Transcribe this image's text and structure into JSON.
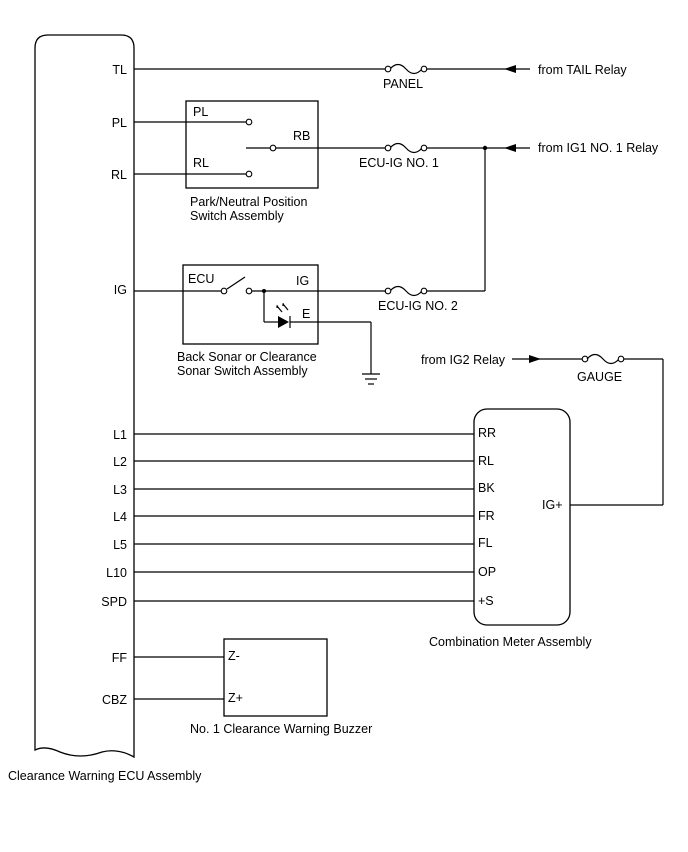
{
  "ecu": {
    "name": "Clearance Warning ECU Assembly",
    "pins": {
      "tl": "TL",
      "pl": "PL",
      "rl": "RL",
      "ig": "IG",
      "l1": "L1",
      "l2": "L2",
      "l3": "L3",
      "l4": "L4",
      "l5": "L5",
      "l10": "L10",
      "spd": "SPD",
      "ff": "FF",
      "cbz": "CBZ"
    }
  },
  "sources": {
    "tail": "from TAIL Relay",
    "ig1": "from IG1 NO. 1 Relay",
    "ig2": "from IG2 Relay"
  },
  "fuses": {
    "panel": "PANEL",
    "ecu_ig1": "ECU-IG NO. 1",
    "ecu_ig2": "ECU-IG NO. 2",
    "gauge": "GAUGE"
  },
  "pnp_switch": {
    "line1": "Park/Neutral Position",
    "line2": "Switch Assembly",
    "pins": {
      "pl": "PL",
      "rl": "RL",
      "rb": "RB"
    }
  },
  "sonar_switch": {
    "line1": "Back Sonar or Clearance",
    "line2": "Sonar Switch Assembly",
    "pins": {
      "ecu": "ECU",
      "ig": "IG",
      "e": "E"
    }
  },
  "meter": {
    "name": "Combination Meter Assembly",
    "pins": {
      "rr": "RR",
      "rl": "RL",
      "bk": "BK",
      "fr": "FR",
      "fl": "FL",
      "op": "OP",
      "s": "+S",
      "ig": "IG+"
    }
  },
  "buzzer": {
    "name": "No. 1 Clearance Warning Buzzer",
    "pins": {
      "zm": "Z-",
      "zp": "Z+"
    }
  }
}
